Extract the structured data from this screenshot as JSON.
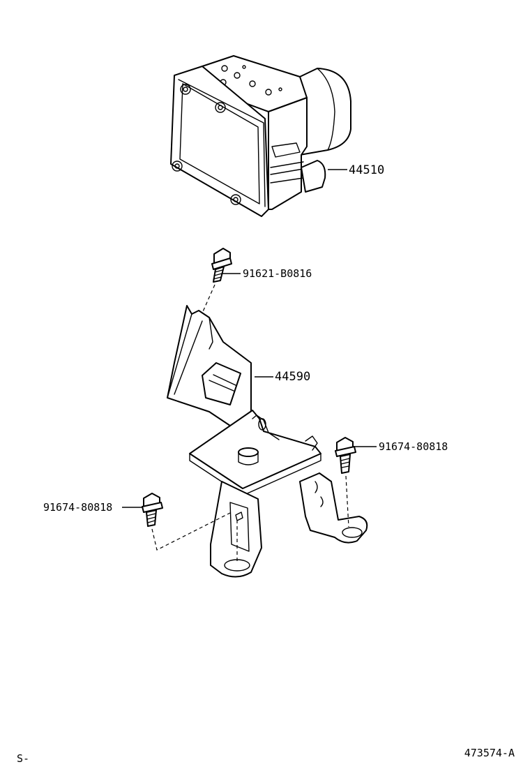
{
  "parts": {
    "actuator": {
      "number": "44510"
    },
    "bracket": {
      "number": "44590"
    },
    "top_bolt": {
      "number": "91621-B0816"
    },
    "right_bolt": {
      "number": "91674-80818"
    },
    "left_bolt": {
      "number": "91674-80818"
    }
  },
  "footer": {
    "left_code": "S-",
    "figure_id": "473574-A"
  }
}
